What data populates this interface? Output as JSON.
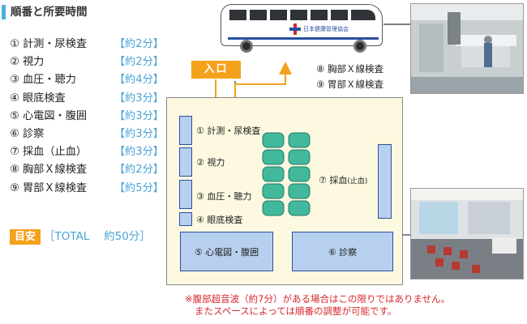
{
  "header": {
    "title": "順番と所要時間"
  },
  "steps": [
    {
      "num": "①",
      "name": "計測・尿検査",
      "duration": "【約2分】"
    },
    {
      "num": "②",
      "name": "視力",
      "duration": "【約2分】"
    },
    {
      "num": "③",
      "name": "血圧・聴力",
      "duration": "【約4分】"
    },
    {
      "num": "④",
      "name": "眼底検査",
      "duration": "【約3分】"
    },
    {
      "num": "⑤",
      "name": "心電図・腹囲",
      "duration": "【約3分】"
    },
    {
      "num": "⑥",
      "name": "診察",
      "duration": "【約3分】"
    },
    {
      "num": "⑦",
      "name": "採血（止血）",
      "duration": "【約3分】"
    },
    {
      "num": "⑧",
      "name": "胸部Ｘ線検査",
      "duration": "【約2分】"
    },
    {
      "num": "⑨",
      "name": "胃部Ｘ線検査",
      "duration": "【約5分】"
    }
  ],
  "meyasu": {
    "tag": "目安",
    "text": "［TOTAL　 約50分］"
  },
  "bus": {
    "text": "日本健康管理協会",
    "items": [
      "⑧ 胸部Ｘ線検査",
      "⑨ 胃部Ｘ線検査"
    ]
  },
  "entrance": "入口",
  "stations": {
    "s1": "① 計測・尿検査",
    "s2": "② 視力",
    "s3": "③ 血圧・聴力",
    "s4": "④ 眼底検査",
    "s5": "⑤ 心電図・腹囲",
    "s6": "⑥ 診察",
    "s7": "⑦ 採血",
    "s7_sub": "(止血)"
  },
  "note": {
    "line1": "※腹部超音波（約7分）がある場合はこの限りではありません。",
    "line2": "またスペースによっては順番の調整が可能です。"
  },
  "colors": {
    "accent": "#4aa3d4",
    "orange": "#f4a21c",
    "station_fill": "#b8d0ef",
    "station_border": "#2a4fa1",
    "room_fill": "#fdf9e0",
    "chair": "#42b89c",
    "note": "#d8262c"
  }
}
